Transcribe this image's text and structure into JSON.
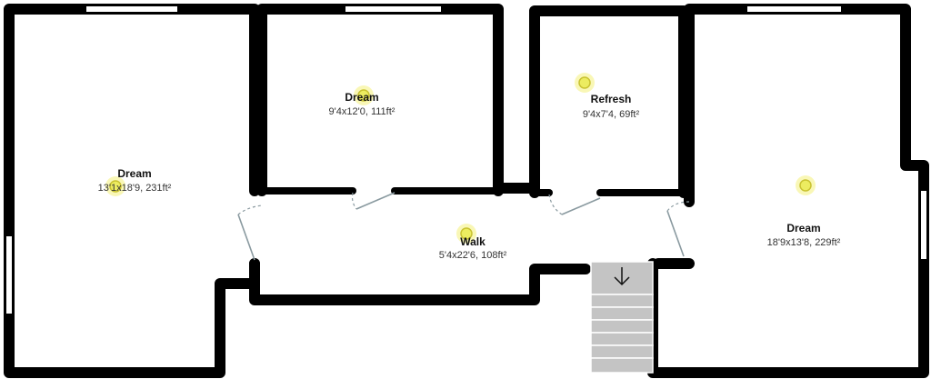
{
  "rooms": [
    {
      "id": "dream-left",
      "name": "Dream",
      "size": "13'1x18'9, 231ft²"
    },
    {
      "id": "dream-top-middle",
      "name": "Dream",
      "size": "9'4x12'0, 111ft²"
    },
    {
      "id": "refresh",
      "name": "Refresh",
      "size": "9'4x7'4, 69ft²"
    },
    {
      "id": "dream-right",
      "name": "Dream",
      "size": "18'9x13'8, 229ft²"
    },
    {
      "id": "walk",
      "name": "Walk",
      "size": "5'4x22'6, 108ft²"
    }
  ],
  "stairs": {
    "direction": "down",
    "icon": "arrow-down-icon"
  },
  "colors": {
    "wall": "#000000",
    "stairs": "#c4c4c4",
    "light": "#ecec60",
    "door": "#8a9aa0"
  }
}
